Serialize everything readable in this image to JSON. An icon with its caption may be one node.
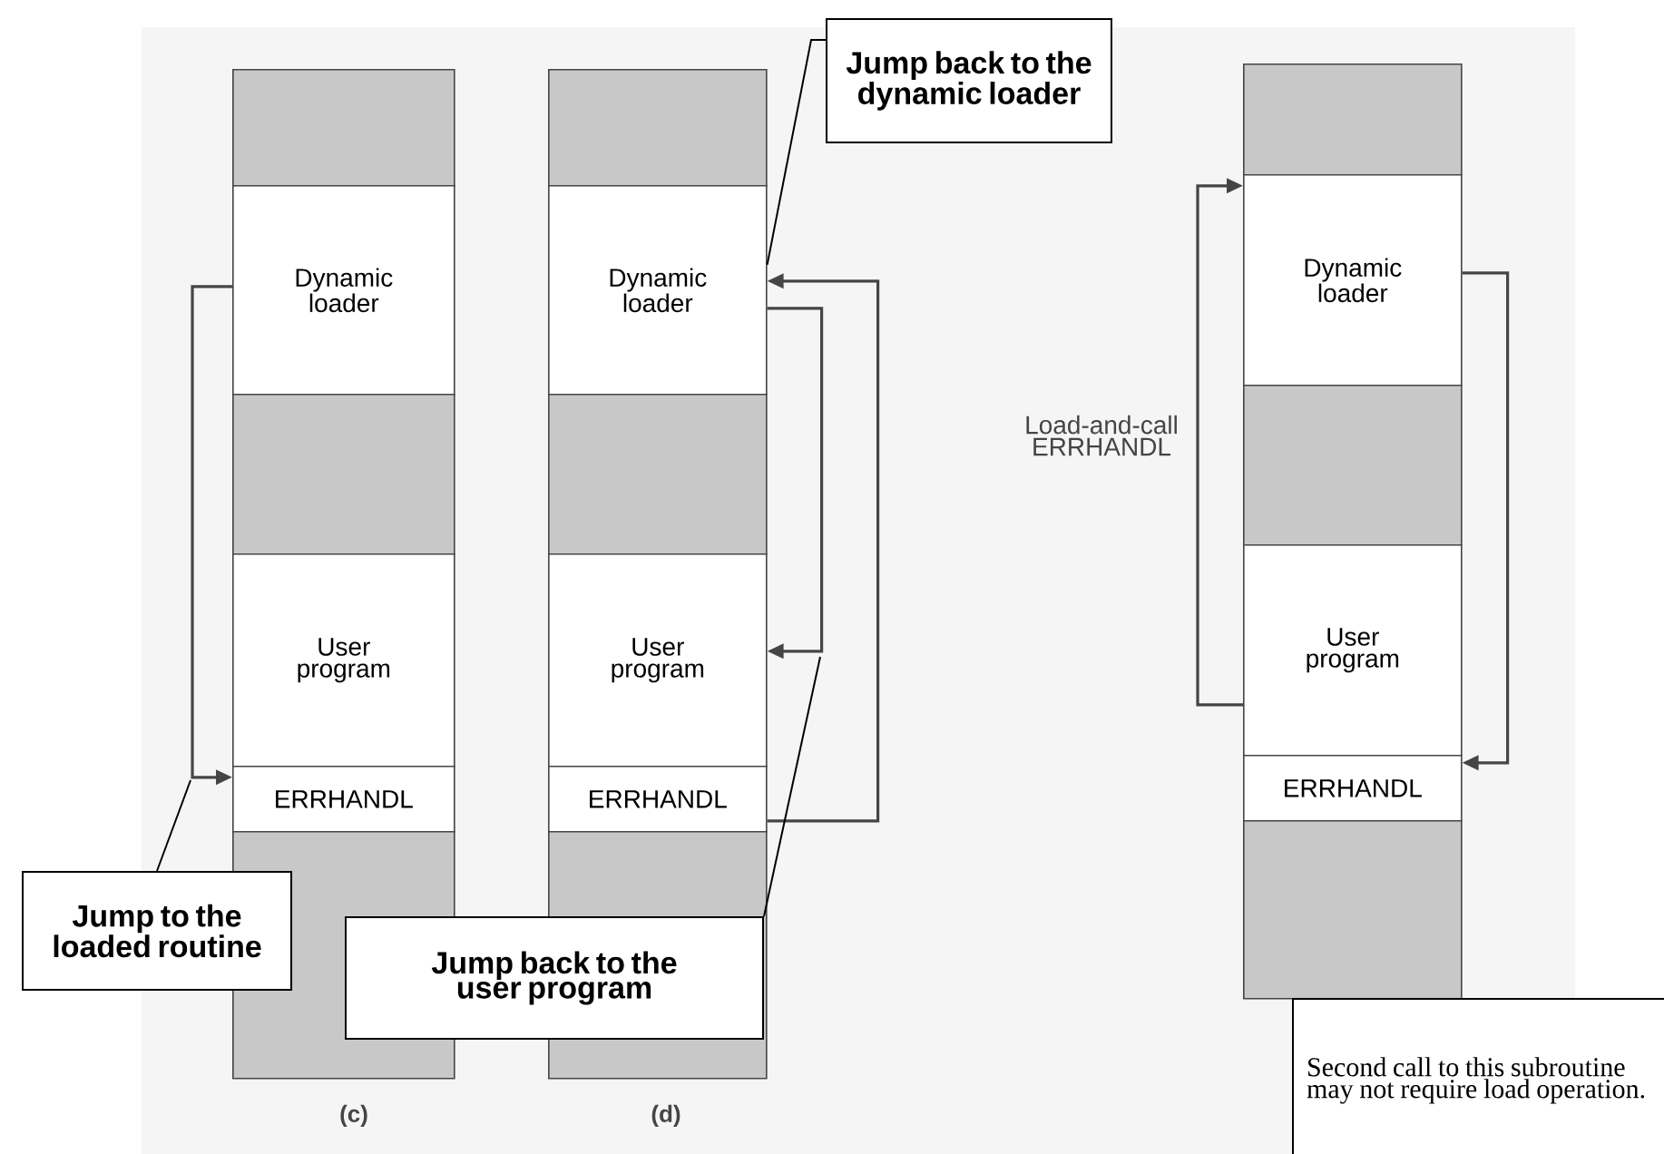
{
  "diagram": {
    "nodes": [
      {
        "text": [],
        "shape": "box"
      },
      {
        "text": [
          "Dynamic loader"
        ]
      },
      {
        "text": [],
        "shape": "box"
      },
      {
        "text": [
          "User program"
        ]
      },
      {
        "text": [
          "ERRHANDL"
        ]
      },
      {
        "text": [],
        "shape": "box"
      },
      {
        "text": [],
        "shape": "box"
      },
      {
        "text": [
          "Dynamic loader"
        ]
      },
      {
        "text": [],
        "shape": "box"
      },
      {
        "text": [
          "User program"
        ]
      },
      {
        "text": [
          "ERRHANDL"
        ]
      },
      {
        "text": [],
        "shape": "box"
      },
      {
        "text": [],
        "shape": "box"
      },
      {
        "text": [
          "Dynamic loader"
        ]
      },
      {
        "text": [],
        "shape": "box"
      },
      {
        "text": [
          "User program"
        ]
      },
      {
        "text": [
          "ERRHANDL"
        ]
      },
      {
        "text": [],
        "shape": "box"
      },
      {
        "text": [
          "Jump to the loaded routine"
        ]
      },
      {
        "text": [
          "Jump back to the dynamic loader"
        ]
      },
      {
        "text": [
          "Jump back to the user program"
        ]
      },
      {
        "text": [
          "Second call to this subroutine may not require load operation."
        ]
      }
    ],
    "edges": [
      {
        "from": 1,
        "to": 4,
        "arrow": "to"
      },
      {
        "from": 10,
        "to": 7,
        "arrow": "to"
      },
      {
        "from": 7,
        "to": 9,
        "arrow": "to"
      },
      {
        "from": 15,
        "to": 13,
        "arrow": "to"
      },
      {
        "from": 13,
        "to": 16,
        "arrow": "to"
      },
      {
        "from": 18,
        "to": null,
        "arrow": "none"
      },
      {
        "from": 19,
        "to": 7,
        "arrow": "none"
      },
      {
        "from": 20,
        "to": null,
        "arrow": "none"
      }
    ],
    "labels": [
      "Load-and-call ERRHANDL",
      "(c)",
      "(d)"
    ]
  }
}
